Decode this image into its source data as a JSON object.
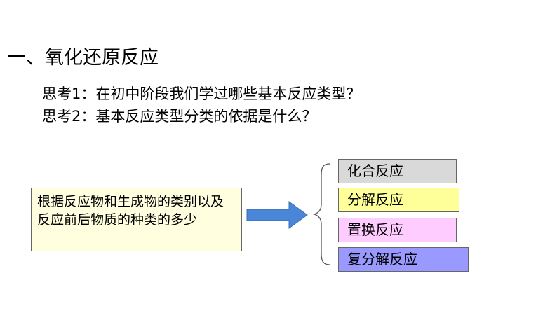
{
  "title": "一、氧化还原反应",
  "questions": [
    "思考1：在初中阶段我们学过哪些基本反应类型？",
    "思考2：基本反应类型分类的依据是什么？"
  ],
  "basis": "根据反应物和生成物的类别以及反应前后物质的种类的多少",
  "types": [
    {
      "label": "化合反应",
      "color": "#d9d9d9"
    },
    {
      "label": "分解反应",
      "color": "#ffff99"
    },
    {
      "label": "置换反应",
      "color": "#ffccff"
    },
    {
      "label": "复分解反应",
      "color": "#9999ff"
    }
  ]
}
